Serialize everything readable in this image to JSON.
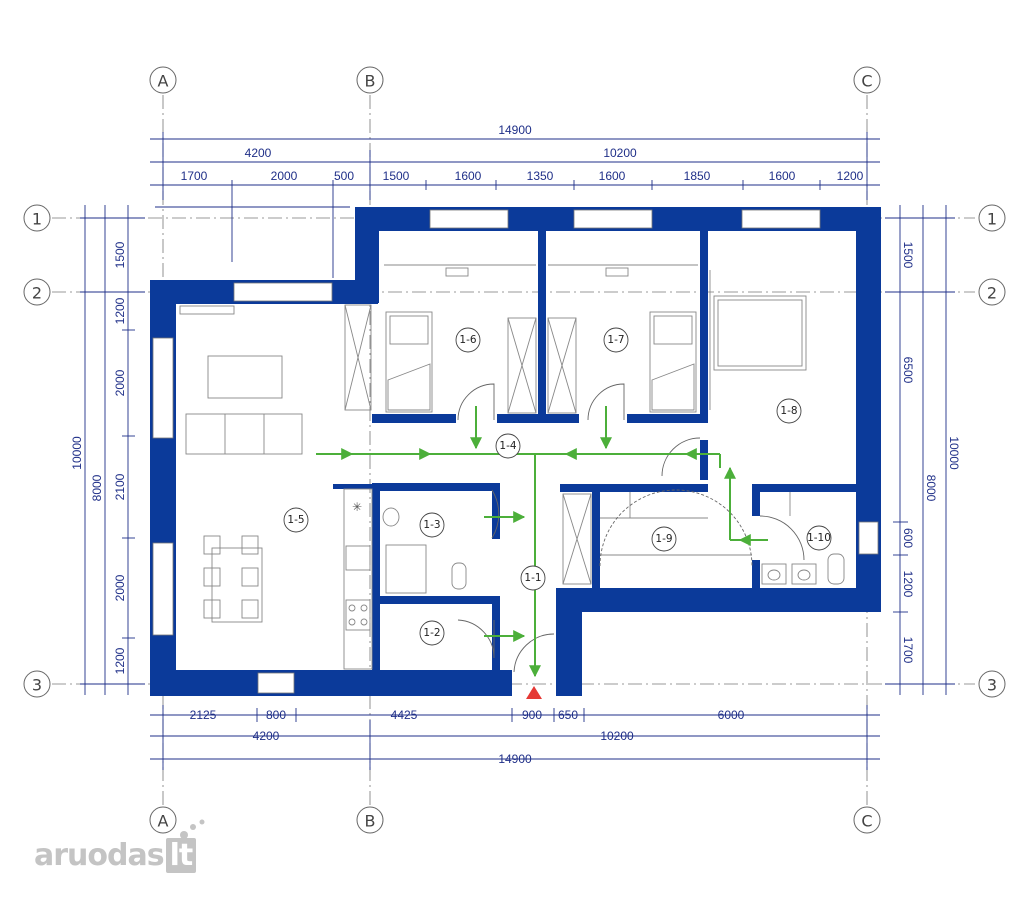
{
  "colors": {
    "wall": "#0b3a9a",
    "dim": "#1f2f88",
    "arrow": "#4caf3a",
    "entrance": "#e53935",
    "axis": "#666666"
  },
  "axes": {
    "columns": [
      {
        "label": "A"
      },
      {
        "label": "B"
      },
      {
        "label": "C"
      }
    ],
    "rows": [
      {
        "label": "1"
      },
      {
        "label": "2"
      },
      {
        "label": "3"
      }
    ]
  },
  "dimensions": {
    "top_total": "14900",
    "top_split": [
      "4200",
      "10200"
    ],
    "top_detail": [
      "1700",
      "2000",
      "500",
      "1500",
      "1600",
      "1350",
      "1600",
      "1850",
      "1600",
      "1200"
    ],
    "bottom_detail": [
      "2125",
      "800",
      "4425",
      "900",
      "650",
      "6000"
    ],
    "bottom_split": [
      "4200",
      "10200"
    ],
    "bottom_total": "14900",
    "left_total": "10000",
    "left_split": "8000",
    "left_detail": [
      "1500",
      "1200",
      "2000",
      "2100",
      "2000",
      "1200"
    ],
    "right_total": "10000",
    "right_split": "8000",
    "right_detail": [
      "1500",
      "6500",
      "600",
      "1200",
      "1700"
    ]
  },
  "rooms": [
    {
      "id": "1-1"
    },
    {
      "id": "1-2"
    },
    {
      "id": "1-3"
    },
    {
      "id": "1-4"
    },
    {
      "id": "1-5"
    },
    {
      "id": "1-6"
    },
    {
      "id": "1-7"
    },
    {
      "id": "1-8"
    },
    {
      "id": "1-9"
    },
    {
      "id": "1-10"
    }
  ],
  "watermark": {
    "brand": "aruodas",
    "tld": "lt"
  }
}
